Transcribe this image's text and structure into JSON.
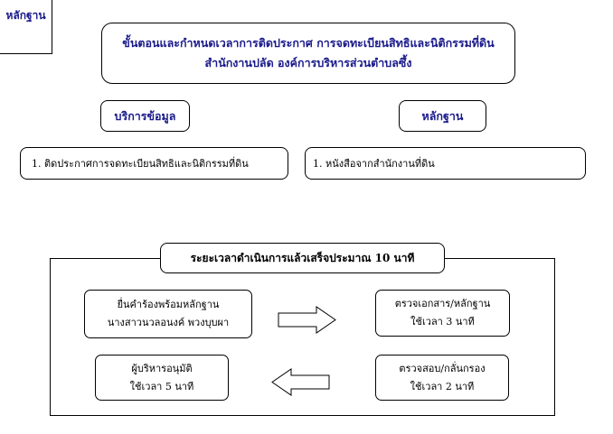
{
  "corner_tag": "หลักฐาน",
  "title": {
    "line1": "ขั้นตอนและกำหนดเวลาการติดประกาศ การจดทะเบียนสิทธิและนิติกรรมที่ดิน",
    "line2": "สำนักงานปลัด องค์การบริหารส่วนตำบลซึ้ง"
  },
  "services": {
    "header": "บริการข้อมูล",
    "item": "1. ติดประกาศการจดทะเบียนสิทธิและนิติกรรมที่ดิน"
  },
  "evidence": {
    "header": "หลักฐาน",
    "item": "1. หนังสือจากสำนักงานที่ดิน"
  },
  "duration": "ระยะเวลาดำเนินการแล้วเสร็จประมาณ 10 นาที",
  "steps": [
    {
      "line1": "ยื่นคำร้องพร้อมหลักฐาน",
      "line2": "นางสาวนวลอนงค์ พวงบุบผา"
    },
    {
      "line1": "ตรวจเอกสาร/หลักฐาน",
      "line2": "ใช้เวลา 3 นาที"
    },
    {
      "line1": "ตรวจสอบ/กลั่นกรอง",
      "line2": "ใช้เวลา 2 นาที"
    },
    {
      "line1": "ผู้บริหารอนุมัติ",
      "line2": "ใช้เวลา 5 นาที"
    }
  ]
}
